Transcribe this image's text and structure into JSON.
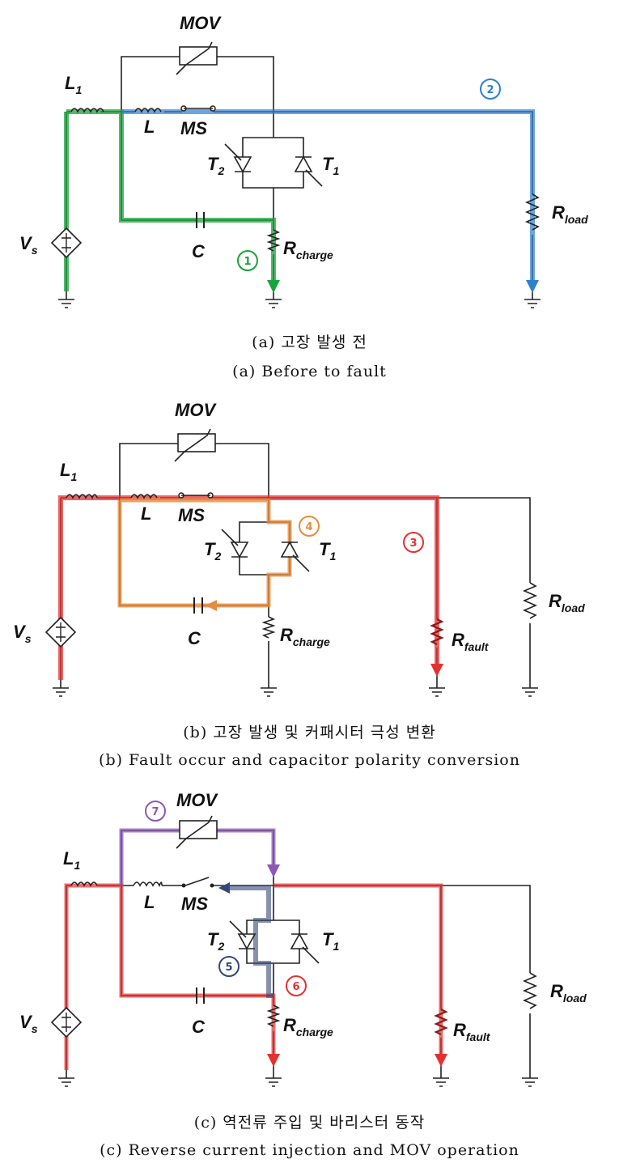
{
  "labels": {
    "mov": "MOV",
    "l1_main": "L",
    "l1_sub": "1",
    "l": "L",
    "ms": "MS",
    "t2_main": "T",
    "t2_sub": "2",
    "t1_main": "T",
    "t1_sub": "1",
    "vs_main": "V",
    "vs_sub": "s",
    "c": "C",
    "rcharge_main": "R",
    "rcharge_sub": "charge",
    "rload_main": "R",
    "rload_sub": "load",
    "rfault_main": "R",
    "rfault_sub": "fault"
  },
  "panels": [
    {
      "caption_ko": "(a) 고장 발생 전",
      "caption_en": "(a) Before to fault",
      "paths": [
        {
          "number": "1",
          "color": "#1aa33a"
        },
        {
          "number": "2",
          "color": "#2f7fd0"
        }
      ]
    },
    {
      "caption_ko": "(b) 고장 발생 및 커패시터 극성 변환",
      "caption_en": "(b) Fault occur and capacitor polarity conversion",
      "paths": [
        {
          "number": "3",
          "color": "#e53030"
        },
        {
          "number": "4",
          "color": "#e88c3c"
        }
      ]
    },
    {
      "caption_ko": "(c) 역전류 주입 및 바리스터 동작",
      "caption_en": "(c) Reverse current injection and MOV operation",
      "paths": [
        {
          "number": "5",
          "color": "#33477a"
        },
        {
          "number": "6",
          "color": "#e53030"
        },
        {
          "number": "7",
          "color": "#8c58b8"
        }
      ]
    }
  ],
  "colors": {
    "wire": "#222222",
    "green": "#1aa33a",
    "blue": "#2f7fd0",
    "red": "#e53030",
    "orange": "#e88c3c",
    "navy": "#33477a",
    "purple": "#8c58b8",
    "dark_red": "#8b1a1a"
  }
}
